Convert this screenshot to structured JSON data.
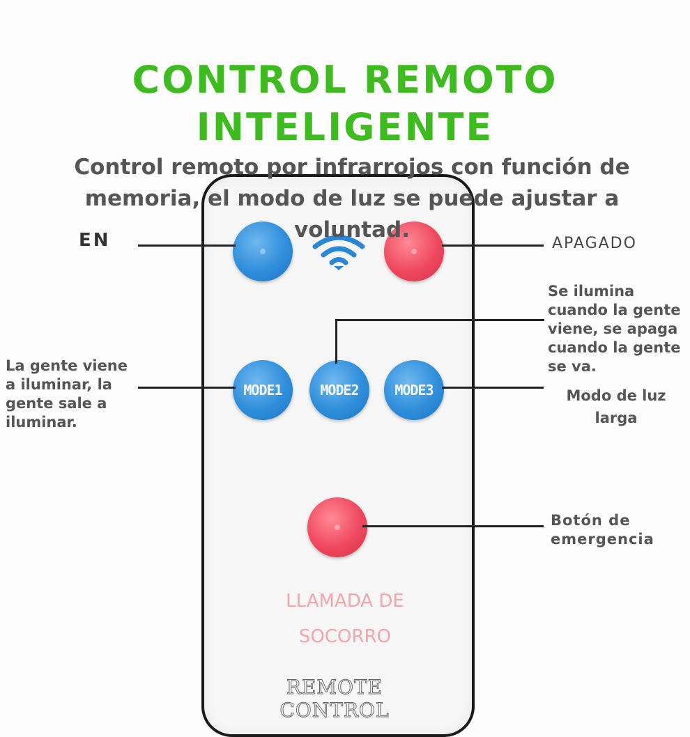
{
  "title": {
    "line1": "CONTROL REMOTO",
    "line2": "INTELIGENTE"
  },
  "subtitle": "Control remoto por infrarrojos con función de memoria, el modo de luz se puede ajustar a voluntad.",
  "buttons": {
    "mode1": "MODE1",
    "mode2": "MODE2",
    "mode3": "MODE3"
  },
  "labels": {
    "on": "EN",
    "off": "APAGADO",
    "sensor": "Se ilumina cuando la gente viene, se apaga cuando la gente se va.",
    "mode1_desc": "La gente viene a iluminar, la gente sale a iluminar.",
    "long_light": "Modo de luz larga",
    "emergency": "Botón de emergencia"
  },
  "remote_text": {
    "socorro_line1": "LLAMADA DE",
    "socorro_line2": "SOCORRO",
    "bottom": "REMOTE CONTROL"
  },
  "colors": {
    "title": "#3dbb1f",
    "button_blue": "#2f8edb",
    "button_red": "#f0485e",
    "socorro_text": "#f3a5ad"
  }
}
